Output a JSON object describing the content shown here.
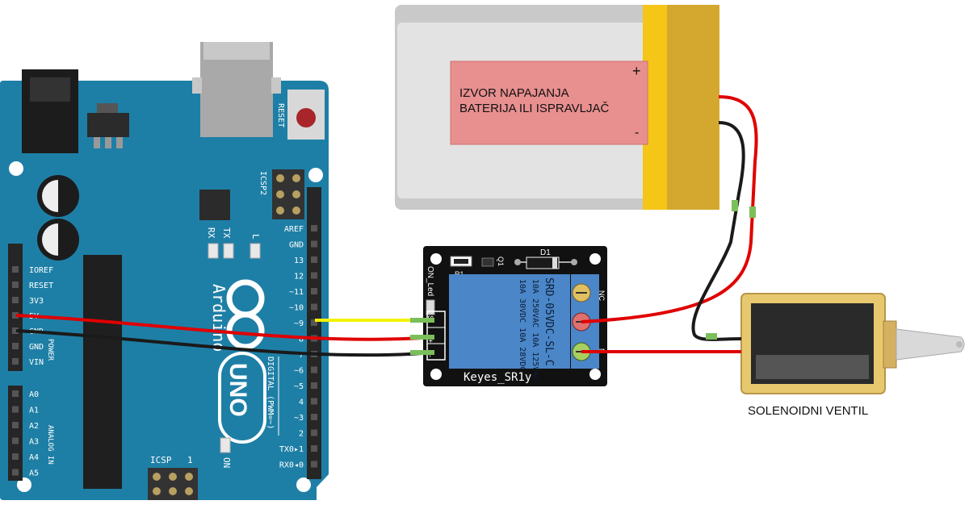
{
  "battery": {
    "line1": "IZVOR NAPAJANJA",
    "line2": "BATERIJA ILI ISPRAVLJAČ",
    "plus": "+",
    "minus": "-"
  },
  "solenoid": {
    "label": "SOLENOIDNI VENTIL"
  },
  "relay": {
    "model": "SRD-05VDC-SL-C",
    "rating1": "10A 250VAC  10A 125VAC",
    "rating2": "10A 30VDC  10A 28VDC",
    "name": "Keyes_SR1y",
    "d1": "D1",
    "r1": "R1",
    "q1": "Q1",
    "on_led": "ON_Led",
    "s_pin": "S",
    "plus_pin": "+",
    "minus_pin": "-",
    "nc": "NC",
    "no": "N"
  },
  "arduino": {
    "name": "Arduino",
    "uno": "UNO",
    "reset": "RESET",
    "icsp2": "ICSP2",
    "icsp": "ICSP",
    "icsp_pin": "1",
    "rx": "RX",
    "tx": "TX",
    "l": "L",
    "on": "ON",
    "digital": "DIGITAL (PWM=~)",
    "power": "POWER",
    "analog": "ANALOG IN",
    "left_pins": [
      "IOREF",
      "RESET",
      "3V3",
      "5V",
      "GND",
      "GND",
      "VIN"
    ],
    "analog_pins": [
      "A0",
      "A1",
      "A2",
      "A3",
      "A4",
      "A5"
    ],
    "right_pins": [
      "AREF",
      "GND",
      "13",
      "12",
      "~11",
      "~10",
      "~9",
      "8",
      "7",
      "~6",
      "~5",
      "4",
      "~3",
      "2",
      "TX0▸1",
      "RX0◂0"
    ]
  },
  "colors": {
    "board": "#1e7fa6",
    "board_dark": "#176a8c",
    "relay_body": "#4a86c8",
    "wire_red": "#e00000",
    "wire_black": "#1a1a1a",
    "wire_yellow": "#f2f200",
    "battery_label": "#e88f8f",
    "battery_gold": "#f5c518"
  }
}
